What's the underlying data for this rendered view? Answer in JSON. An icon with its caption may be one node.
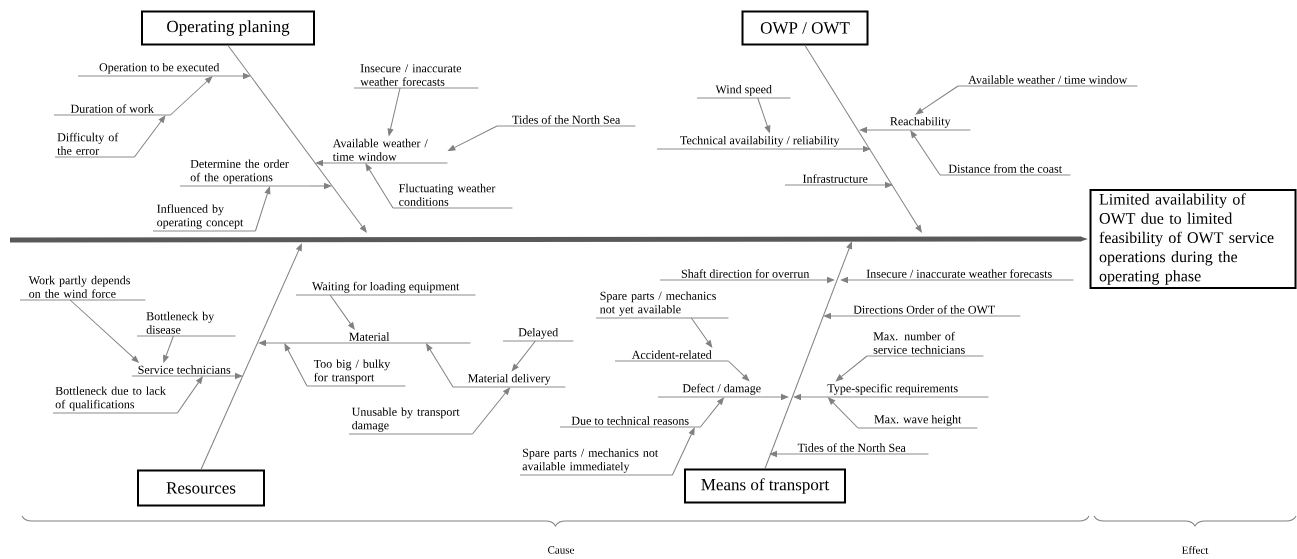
{
  "diagram": {
    "nodes": [
      {
        "text": [
          "Operating planing"
        ]
      },
      {
        "text": [
          "Operation to be executed"
        ]
      },
      {
        "text": [
          "Duration of work"
        ]
      },
      {
        "text": [
          "Difficulty of the error"
        ]
      },
      {
        "text": [
          "Insecure / inaccurate weather forecasts"
        ]
      },
      {
        "text": [
          "Available weather / time window"
        ]
      },
      {
        "text": [
          "Tides of the North Sea"
        ]
      },
      {
        "text": [
          "Fluctuating weather conditions"
        ]
      },
      {
        "text": [
          "Determine the order of the operations"
        ]
      },
      {
        "text": [
          "Influenced by operating concept"
        ]
      },
      {
        "text": [
          "OWP / OWT"
        ]
      },
      {
        "text": [
          "Wind speed"
        ]
      },
      {
        "text": [
          "Technical availability / reliability"
        ]
      },
      {
        "text": [
          "Infrastructure"
        ]
      },
      {
        "text": [
          "Available weather / time window"
        ]
      },
      {
        "text": [
          "Reachability"
        ]
      },
      {
        "text": [
          "Distance from the coast"
        ]
      },
      {
        "text": [
          "Limited availability of OWT due to limited feasibility of OWT service operations during the operating phase"
        ]
      },
      {
        "text": [
          "Resources"
        ]
      },
      {
        "text": [
          "Work partly depends on the wind force"
        ]
      },
      {
        "text": [
          "Bottleneck by disease"
        ]
      },
      {
        "text": [
          "Service technicians"
        ]
      },
      {
        "text": [
          "Bottleneck due to lack of qualifications"
        ]
      },
      {
        "text": [
          "Waiting for loading equipment"
        ]
      },
      {
        "text": [
          "Material"
        ]
      },
      {
        "text": [
          "Too big / bulky for transport"
        ]
      },
      {
        "text": [
          "Delayed"
        ]
      },
      {
        "text": [
          "Material delivery"
        ]
      },
      {
        "text": [
          "Unusable by transport damage"
        ]
      },
      {
        "text": [
          "Means of transport"
        ]
      },
      {
        "text": [
          "Shaft direction for overrun"
        ]
      },
      {
        "text": [
          "Insecure / inaccurate weather forecasts"
        ]
      },
      {
        "text": [
          "Spare parts / mechanics not yet available"
        ]
      },
      {
        "text": [
          "Accident-related"
        ]
      },
      {
        "text": [
          "Defect / damage"
        ]
      },
      {
        "text": [
          "Due to technical reasons"
        ]
      },
      {
        "text": [
          "Spare parts / mechanics not available immediately"
        ]
      },
      {
        "text": [
          "Directions Order of the OWT"
        ]
      },
      {
        "text": [
          "Max. number of service technicians"
        ]
      },
      {
        "text": [
          "Type-specific requirements"
        ]
      },
      {
        "text": [
          "Max. wave height"
        ]
      },
      {
        "text": [
          "Tides of the North Sea"
        ]
      }
    ],
    "edges": [
      {
        "from": 0,
        "to": null,
        "arrow": "to"
      },
      {
        "from": 1,
        "to": null,
        "arrow": "to"
      },
      {
        "from": 2,
        "to": 1,
        "arrow": "to"
      },
      {
        "from": 3,
        "to": 2,
        "arrow": "to"
      },
      {
        "from": 4,
        "to": 5,
        "arrow": "to"
      },
      {
        "from": 5,
        "to": null,
        "arrow": "to"
      },
      {
        "from": 6,
        "to": 5,
        "arrow": "to"
      },
      {
        "from": 7,
        "to": 5,
        "arrow": "to"
      },
      {
        "from": 8,
        "to": null,
        "arrow": "to"
      },
      {
        "from": 9,
        "to": 8,
        "arrow": "to"
      },
      {
        "from": 10,
        "to": null,
        "arrow": "to"
      },
      {
        "from": 11,
        "to": 12,
        "arrow": "to"
      },
      {
        "from": 12,
        "to": null,
        "arrow": "to"
      },
      {
        "from": 13,
        "to": null,
        "arrow": "to"
      },
      {
        "from": 14,
        "to": 15,
        "arrow": "to"
      },
      {
        "from": 15,
        "to": null,
        "arrow": "to"
      },
      {
        "from": 16,
        "to": 15,
        "arrow": "to"
      },
      {
        "from": null,
        "to": 17,
        "arrow": "to",
        "style": "thick",
        "color": "#595959"
      },
      {
        "from": 18,
        "to": null,
        "arrow": "to"
      },
      {
        "from": 19,
        "to": 21,
        "arrow": "to"
      },
      {
        "from": 20,
        "to": 21,
        "arrow": "to"
      },
      {
        "from": 21,
        "to": null,
        "arrow": "to"
      },
      {
        "from": 22,
        "to": 21,
        "arrow": "to"
      },
      {
        "from": 23,
        "to": 24,
        "arrow": "to"
      },
      {
        "from": 24,
        "to": null,
        "arrow": "to"
      },
      {
        "from": 25,
        "to": 24,
        "arrow": "to"
      },
      {
        "from": 26,
        "to": 27,
        "arrow": "to"
      },
      {
        "from": 27,
        "to": 24,
        "arrow": "to"
      },
      {
        "from": 28,
        "to": 27,
        "arrow": "to"
      },
      {
        "from": 29,
        "to": null,
        "arrow": "to"
      },
      {
        "from": 30,
        "to": null,
        "arrow": "to"
      },
      {
        "from": 31,
        "to": null,
        "arrow": "to"
      },
      {
        "from": 32,
        "to": 33,
        "arrow": "to"
      },
      {
        "from": 33,
        "to": 34,
        "arrow": "to"
      },
      {
        "from": 34,
        "to": null,
        "arrow": "to"
      },
      {
        "from": 35,
        "to": 34,
        "arrow": "to"
      },
      {
        "from": 36,
        "to": 35,
        "arrow": "to"
      },
      {
        "from": 37,
        "to": null,
        "arrow": "to"
      },
      {
        "from": 38,
        "to": 39,
        "arrow": "to"
      },
      {
        "from": 39,
        "to": null,
        "arrow": "to"
      },
      {
        "from": 40,
        "to": 39,
        "arrow": "to"
      },
      {
        "from": 41,
        "to": null,
        "arrow": "to"
      }
    ],
    "labels": [
      "Cause",
      "Effect"
    ]
  }
}
